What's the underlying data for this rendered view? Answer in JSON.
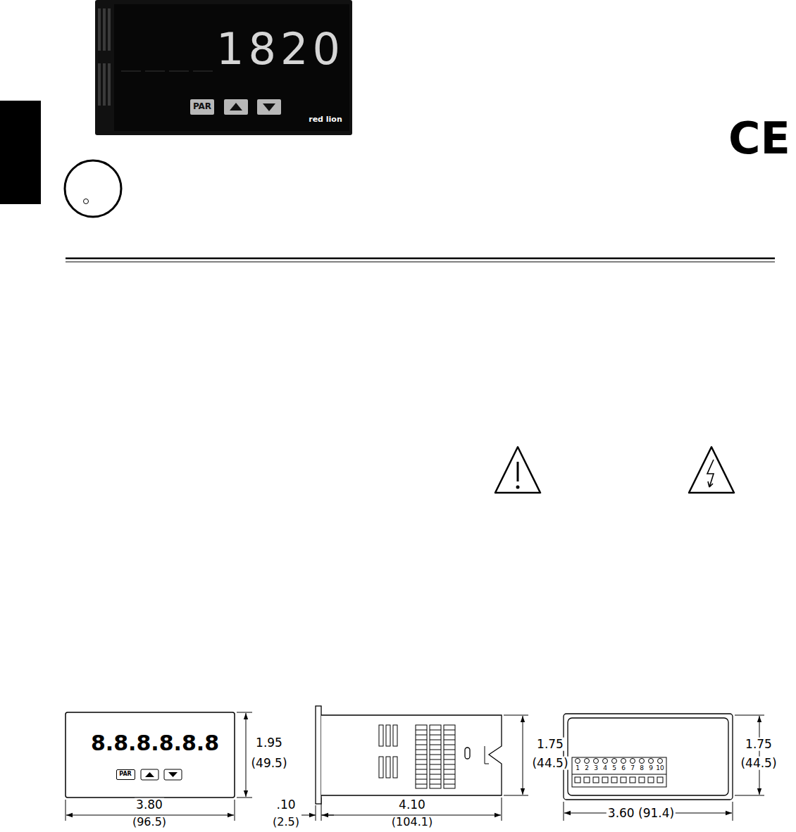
{
  "diagram": {
    "nodes": [
      {
        "text": [
          "1820"
        ]
      },
      {
        "text": [
          "PAR"
        ]
      },
      {
        "text": [
          "8.8.8.8.8.8"
        ]
      },
      {
        "text": [
          "PAR"
        ]
      }
    ],
    "labels": [
      "red lion",
      "CE",
      "1.95",
      "(49.5)",
      "3.80",
      "(96.5)",
      ".10",
      "(2.5)",
      "4.10",
      "(104.1)",
      "1.75",
      "(44.5)",
      "1.75",
      "(44.5)",
      "3.60 (91.4)",
      "1",
      "2",
      "3",
      "4",
      "5",
      "6",
      "7",
      "8",
      "9",
      "10"
    ]
  }
}
